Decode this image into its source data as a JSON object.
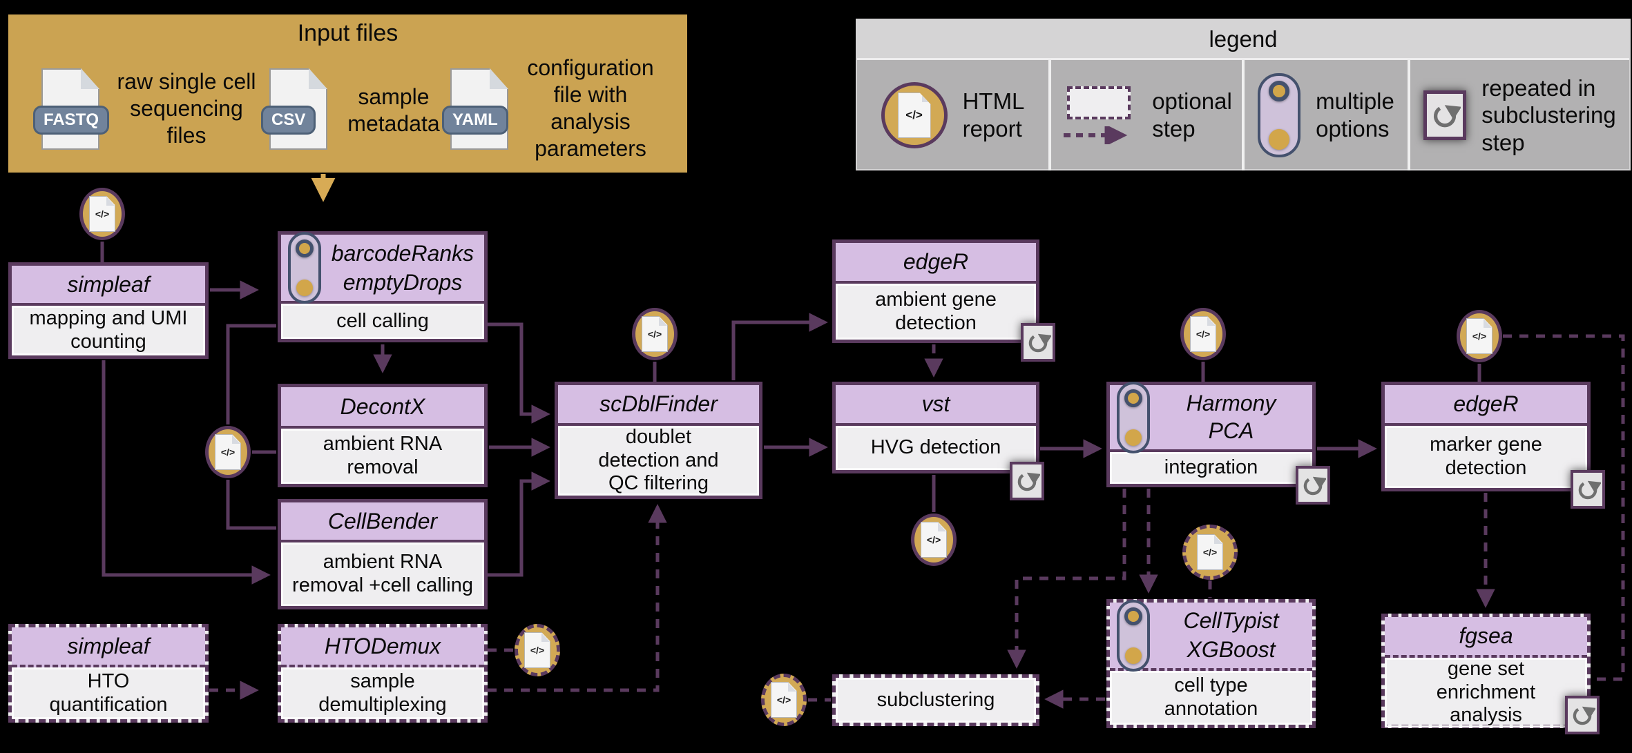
{
  "input_panel": {
    "title": "Input files",
    "items": [
      {
        "badge": "FASTQ",
        "label": "raw single cell\nsequencing\nfiles"
      },
      {
        "badge": "CSV",
        "label": "sample\nmetadata"
      },
      {
        "badge": "YAML",
        "label": "configuration\nfile with\nanalysis\nparameters"
      }
    ]
  },
  "legend": {
    "title": "legend",
    "items": [
      {
        "icon": "html-report-icon",
        "label": "HTML\nreport"
      },
      {
        "icon": "optional-step-icon",
        "label": "optional\nstep"
      },
      {
        "icon": "multiple-options-icon",
        "label": "multiple\noptions"
      },
      {
        "icon": "repeat-icon",
        "label": "repeated in\nsubclustering\nstep"
      }
    ]
  },
  "nodes": {
    "simpleaf_map": {
      "tool": "simpleaf",
      "label": "mapping and UMI\ncounting"
    },
    "cell_calling": {
      "tools": [
        "barcodeRanks",
        "emptyDrops"
      ],
      "label": "cell calling"
    },
    "decontx": {
      "tool": "DecontX",
      "label": "ambient RNA\nremoval"
    },
    "cellbender": {
      "tool": "CellBender",
      "label": "ambient RNA\nremoval +cell calling"
    },
    "scdblfinder": {
      "tool": "scDblFinder",
      "label": "doublet\ndetection and\nQC filtering"
    },
    "edger_ambient": {
      "tool": "edgeR",
      "label": "ambient gene\ndetection"
    },
    "vst": {
      "tool": "vst",
      "label": "HVG detection"
    },
    "harmony": {
      "tools": [
        "Harmony",
        "PCA"
      ],
      "label": "integration"
    },
    "edger_marker": {
      "tool": "edgeR",
      "label": "marker gene\ndetection"
    },
    "simpleaf_hto": {
      "tool": "simpleaf",
      "label": "HTO\nquantification"
    },
    "htodemux": {
      "tool": "HTODemux",
      "label": "sample\ndemultiplexing"
    },
    "subclustering": {
      "label": "subclustering"
    },
    "celltypist": {
      "tools": [
        "CellTypist",
        "XGBoost"
      ],
      "label": "cell type\nannotation"
    },
    "fgsea": {
      "tool": "fgsea",
      "label": "gene set\nenrichment\nanalysis"
    }
  },
  "icons": {
    "code_glyph": "</>"
  },
  "colors": {
    "purple": "#5a3a5e",
    "lavender": "#d6bee3",
    "gold": "#cba352",
    "body_gray": "#efeef0",
    "legend_gray": "#b2b1b2"
  }
}
